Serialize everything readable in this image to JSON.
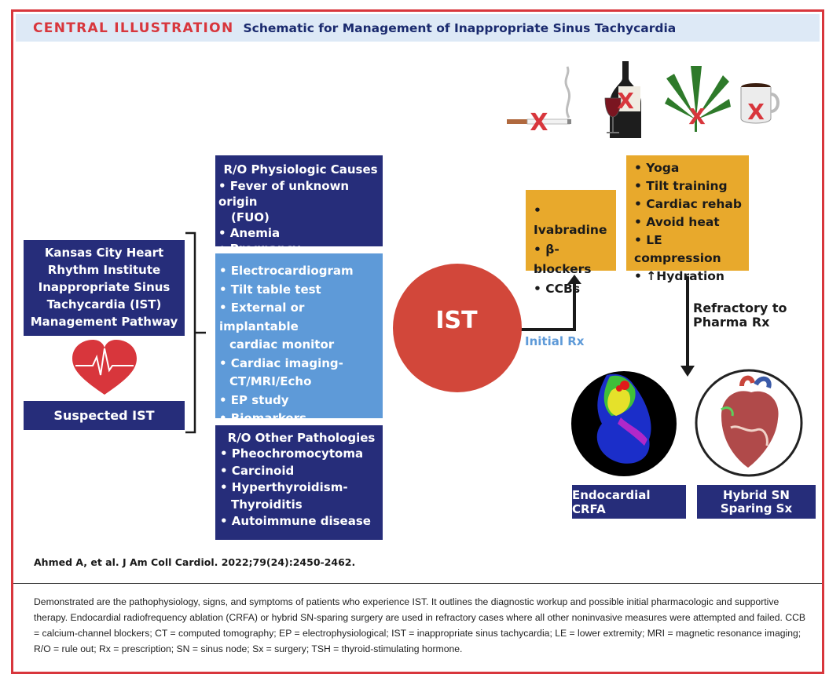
{
  "header": {
    "label": "CENTRAL ILLUSTRATION",
    "title": "Schematic for Management of Inappropriate Sinus Tachycardia"
  },
  "pathway": {
    "title_lines": [
      "Kansas City Heart",
      "Rhythm Institute",
      "Inappropriate Sinus",
      "Tachycardia (IST)",
      "Management Pathway"
    ],
    "suspected": "Suspected IST"
  },
  "physiologic": {
    "heading": "R/O Physiologic Causes",
    "items": [
      "• Fever of unknown origin",
      "(FUO)",
      "• Anemia",
      "• Pregnancy"
    ]
  },
  "workup": {
    "items": [
      "• Electrocardiogram",
      "• Tilt table test",
      "• External or implantable",
      "cardiac monitor",
      "• Cardiac imaging-",
      "CT/MRI/Echo",
      "• EP study",
      "• Biomarkers"
    ]
  },
  "other_pathologies": {
    "heading": "R/O Other Pathologies",
    "items": [
      "• Pheochromocytoma",
      "• Carcinoid",
      "• Hyperthyroidism-",
      "Thyroiditis",
      "• Autoimmune disease"
    ]
  },
  "ist": {
    "label": "IST",
    "initial_rx": "Initial Rx"
  },
  "medications": {
    "items": [
      "• Ivabradine",
      "• β-blockers",
      "• CCBs"
    ]
  },
  "lifestyle": {
    "items": [
      "• Yoga",
      "• Tilt training",
      "• Cardiac rehab",
      "• Avoid heat",
      "• LE compression",
      "• ↑Hydration"
    ]
  },
  "refractory": {
    "lines": [
      "Refractory to",
      "Pharma Rx"
    ]
  },
  "procedures": {
    "crfa": "Endocardial CRFA",
    "hybrid_lines": [
      "Hybrid SN",
      "Sparing Sx"
    ]
  },
  "citation": "Ahmed A, et al. J Am Coll Cardiol. 2022;79(24):2450-2462.",
  "caption": "Demonstrated are the pathophysiology, signs, and symptoms of patients who experience IST. It outlines the diagnostic workup and possible initial pharmacologic and supportive therapy. Endocardial radiofrequency ablation (CRFA) or hybrid SN-sparing surgery are used in refractory cases where all other noninvasive measures were attempted and failed. CCB = calcium-channel blockers; CT = computed tomography; EP = electrophysiological; IST = inappropriate sinus tachycardia; LE = lower extremity; MRI = magnetic resonance imaging; R/O = rule out; Rx = prescription; SN = sinus node; Sx = surgery; TSH = thyroid-stimulating hormone.",
  "avoid_icons": [
    "cigarette-icon",
    "wine-icon",
    "cannabis-leaf-icon",
    "coffee-mug-icon"
  ],
  "colors": {
    "frame_red": "#d8363c",
    "navy": "#262d7a",
    "sky_blue": "#5e9ad8",
    "gold": "#e8a92c",
    "ist_red": "#d2473a",
    "header_bg": "#dde9f6"
  }
}
